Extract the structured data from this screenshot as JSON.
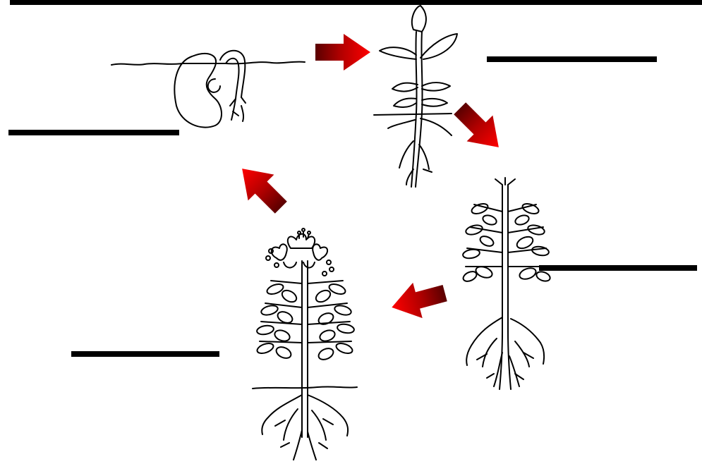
{
  "diagram": {
    "stages": [
      {
        "id": "seed",
        "label": ""
      },
      {
        "id": "seedling",
        "label": ""
      },
      {
        "id": "young-plant",
        "label": ""
      },
      {
        "id": "flowering-plant",
        "label": ""
      }
    ],
    "arrow_color_dark": "#6b0000",
    "arrow_color_bright": "#ff0000",
    "line_color": "#000000"
  }
}
